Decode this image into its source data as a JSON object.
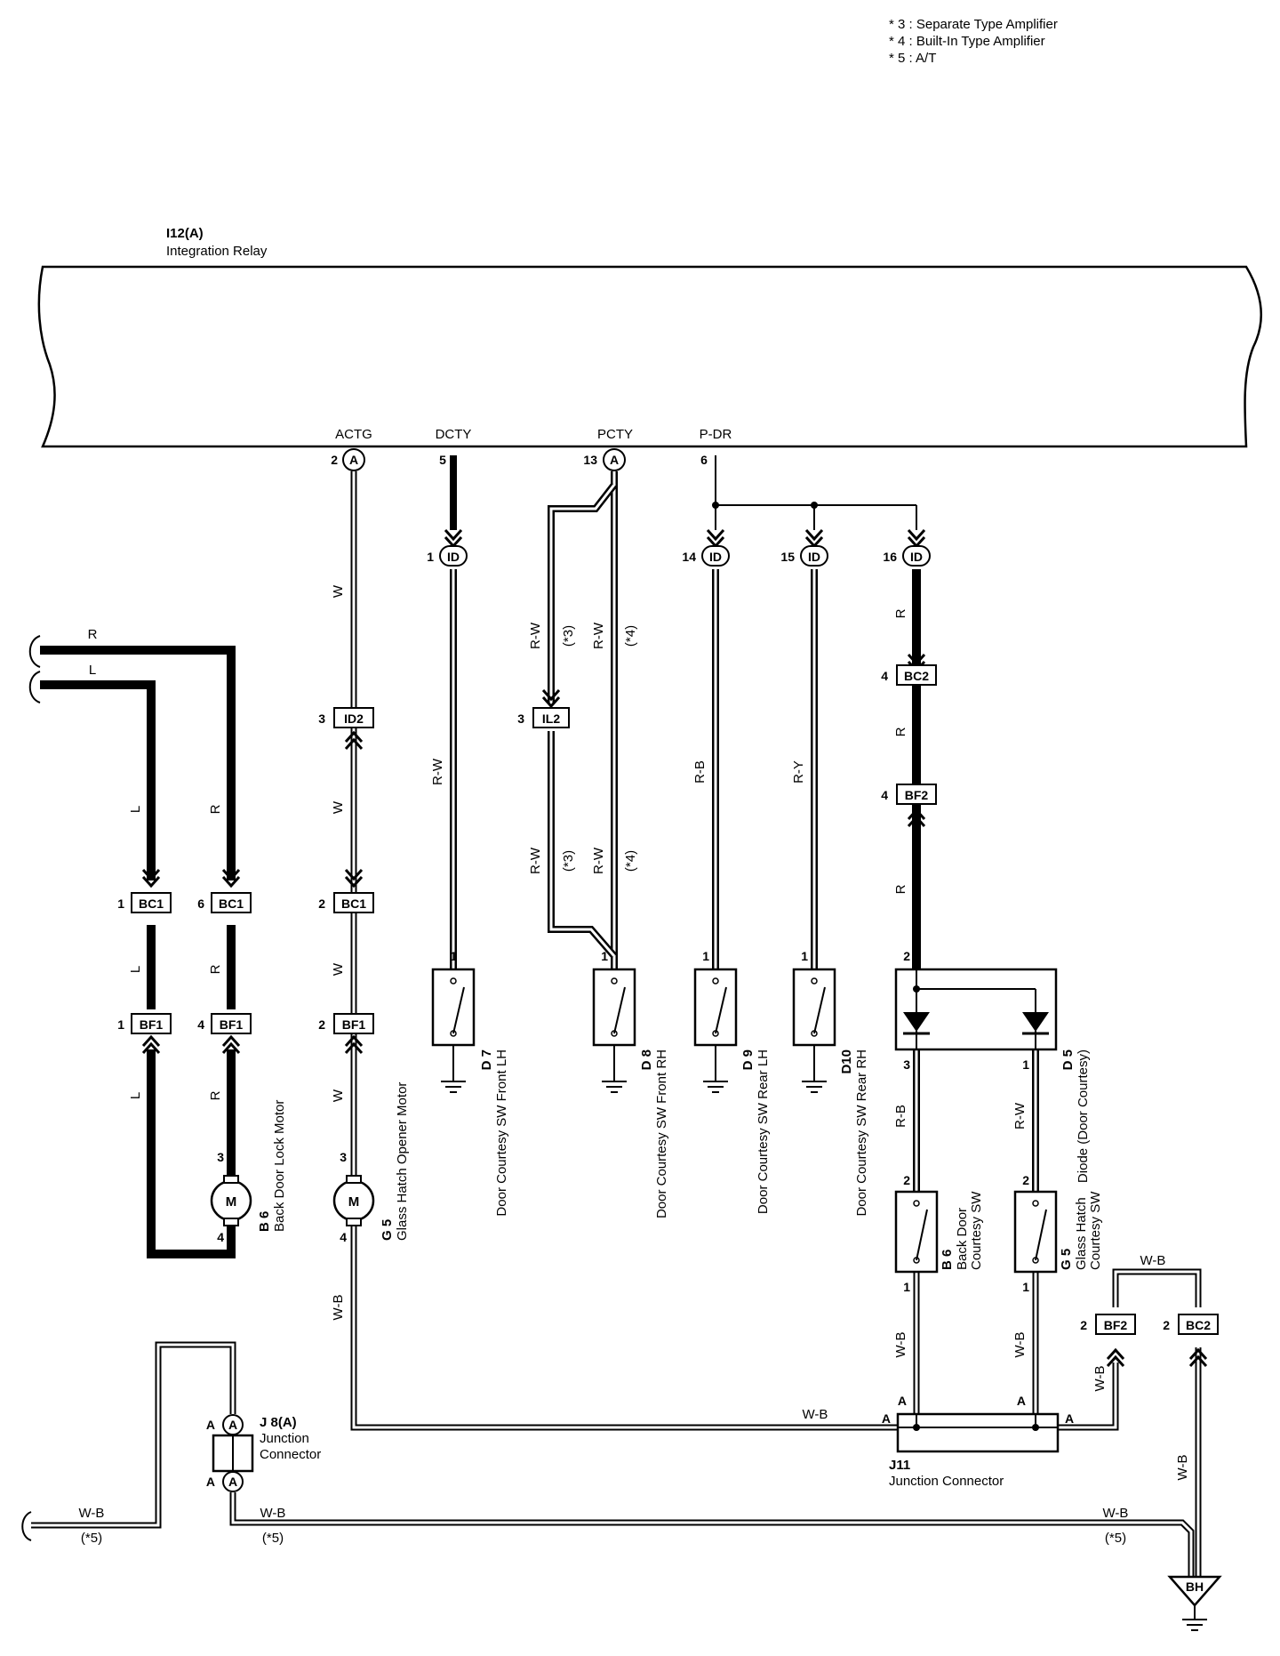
{
  "notes": [
    "* 3 : Separate Type Amplifier",
    "* 4 : Built-In Type Amplifier",
    "* 5 : A/T"
  ],
  "relay": {
    "code": "I12(A)",
    "name": "Integration Relay",
    "terminals": [
      {
        "name": "ACTG",
        "pin": "2",
        "connector": "A"
      },
      {
        "name": "DCTY",
        "pin": "5"
      },
      {
        "name": "PCTY",
        "pin": "13",
        "connector": "A"
      },
      {
        "name": "P-DR",
        "pin": "6"
      }
    ]
  },
  "wire_colors": {
    "r": "R",
    "l": "L",
    "w": "W",
    "rw": "R-W",
    "rb": "R-B",
    "ry": "R-Y",
    "wb": "W-B"
  },
  "note_refs": {
    "n3": "(*3)",
    "n4": "(*4)",
    "n5": "(*5)"
  },
  "connectors": {
    "id": "ID",
    "id2": "ID2",
    "il2": "IL2",
    "bc1": "BC1",
    "bf1": "BF1",
    "bc2": "BC2",
    "bf2": "BF2",
    "bh": "BH"
  },
  "pins": {
    "p1": "1",
    "p2": "2",
    "p3": "3",
    "p4": "4",
    "p6": "6",
    "p14": "14",
    "p15": "15",
    "p16": "16",
    "a": "A"
  },
  "components": {
    "d7": {
      "code": "D 7",
      "name": "Door Courtesy SW Front LH"
    },
    "d8": {
      "code": "D 8",
      "name": "Door Courtesy SW Front RH"
    },
    "d9": {
      "code": "D 9",
      "name": "Door Courtesy SW Rear LH"
    },
    "d10": {
      "code": "D10",
      "name": "Door Courtesy SW Rear RH"
    },
    "d5": {
      "code": "D 5",
      "name": "Diode (Door Courtesy)"
    },
    "b6m": {
      "code": "B 6",
      "name": "Back Door Lock Motor"
    },
    "g5m": {
      "code": "G 5",
      "name": "Glass Hatch Opener Motor"
    },
    "b6s": {
      "code": "B 6",
      "name1": "Back Door",
      "name2": "Courtesy SW"
    },
    "g5s": {
      "code": "G 5",
      "name1": "Glass Hatch",
      "name2": "Courtesy SW"
    },
    "j8": {
      "code": "J 8(A)",
      "name1": "Junction",
      "name2": "Connector"
    },
    "j11": {
      "code": "J11",
      "name": "Junction Connector"
    },
    "motor_symbol": "M"
  }
}
